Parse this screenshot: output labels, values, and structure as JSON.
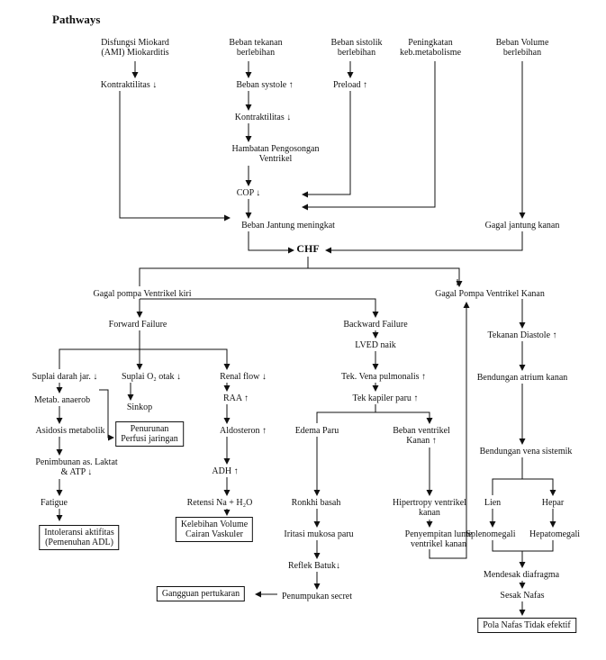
{
  "title": "Pathways",
  "nodes": {
    "disfungsi": "Disfungsi Miokard\n(AMI) Miokarditis",
    "beban_tekanan": "Beban tekanan\nberlebihan",
    "beban_sistolik": "Beban sistolik\nberlebihan",
    "peningkatan_metabolisme": "Peningkatan\nkeb.metabolisme",
    "beban_volume": "Beban Volume\nberlebihan",
    "kontraktilitas1": "Kontraktilitas ↓",
    "beban_systole": "Beban systole ↑",
    "preload": "Preload ↑",
    "kontraktilitas2": "Kontraktilitas ↓",
    "hambatan": "Hambatan Pengosongan\nVentrikel",
    "cop": "COP ↓",
    "beban_jantung": "Beban Jantung meningkat",
    "gagal_jantung_kanan": "Gagal jantung kanan",
    "chf": "CHF",
    "gagal_pompa_kiri": "Gagal pompa Ventrikel kiri",
    "gagal_pompa_kanan": "Gagal Pompa Ventrikel Kanan",
    "forward_failure": "Forward Failure",
    "backward_failure": "Backward Failure",
    "lved": "LVED naik",
    "tekanan_diastole": "Tekanan Diastole ↑",
    "suplai_darah": "Suplai darah jar. ↓",
    "suplai_o2": "Suplai O₂ otak ↓",
    "renal_flow": "Renal flow ↓",
    "metab_anaerob": "Metab. anaerob",
    "sinkop": "Sinkop",
    "raa": "RAA ↑",
    "penurunan_perfusi": "Penurunan\nPerfusi jaringan",
    "asidosis": "Asidosis metabolik",
    "aldosteron": "Aldosteron ↑",
    "penimbunan": "Penimbunan as. Laktat\n& ATP ↓",
    "adh": "ADH ↑",
    "fatigue": "Fatigue",
    "retensi": "Retensi Na + H₂O",
    "intoleransi": "Intoleransi aktifitas\n(Pemenuhan ADL)",
    "kelebihan_volume": "Kelebihan Volume\nCairan Vaskuler",
    "tek_vena_pulmonalis": "Tek. Vena pulmonalis ↑",
    "tek_kapiler": "Tek kapiler paru ↑",
    "edema_paru": "Edema Paru",
    "beban_ventrikel_kanan": "Beban ventrikel\nKanan ↑",
    "ronkhi": "Ronkhi basah",
    "iritasi": "Iritasi mukosa paru",
    "reflek_batuk": "Reflek Batuk↓",
    "penumpukan": "Penumpukan secret",
    "gangguan": "Gangguan pertukaran",
    "hipertropy": "Hipertropy ventrikel\nkanan",
    "penyempitan": "Penyempitan lume\nventrikel kanan",
    "bendungan_atrium": "Bendungan atrium kanan",
    "bendungan_vena": "Bendungan vena sistemik",
    "lien": "Lien",
    "hepar": "Hepar",
    "splenomegali": "Splenomegali",
    "hepatomegali": "Hepatomegali",
    "mendesak": "Mendesak diafragma",
    "sesak": "Sesak Nafas",
    "pola_nafas": "Pola Nafas Tidak efektif"
  }
}
